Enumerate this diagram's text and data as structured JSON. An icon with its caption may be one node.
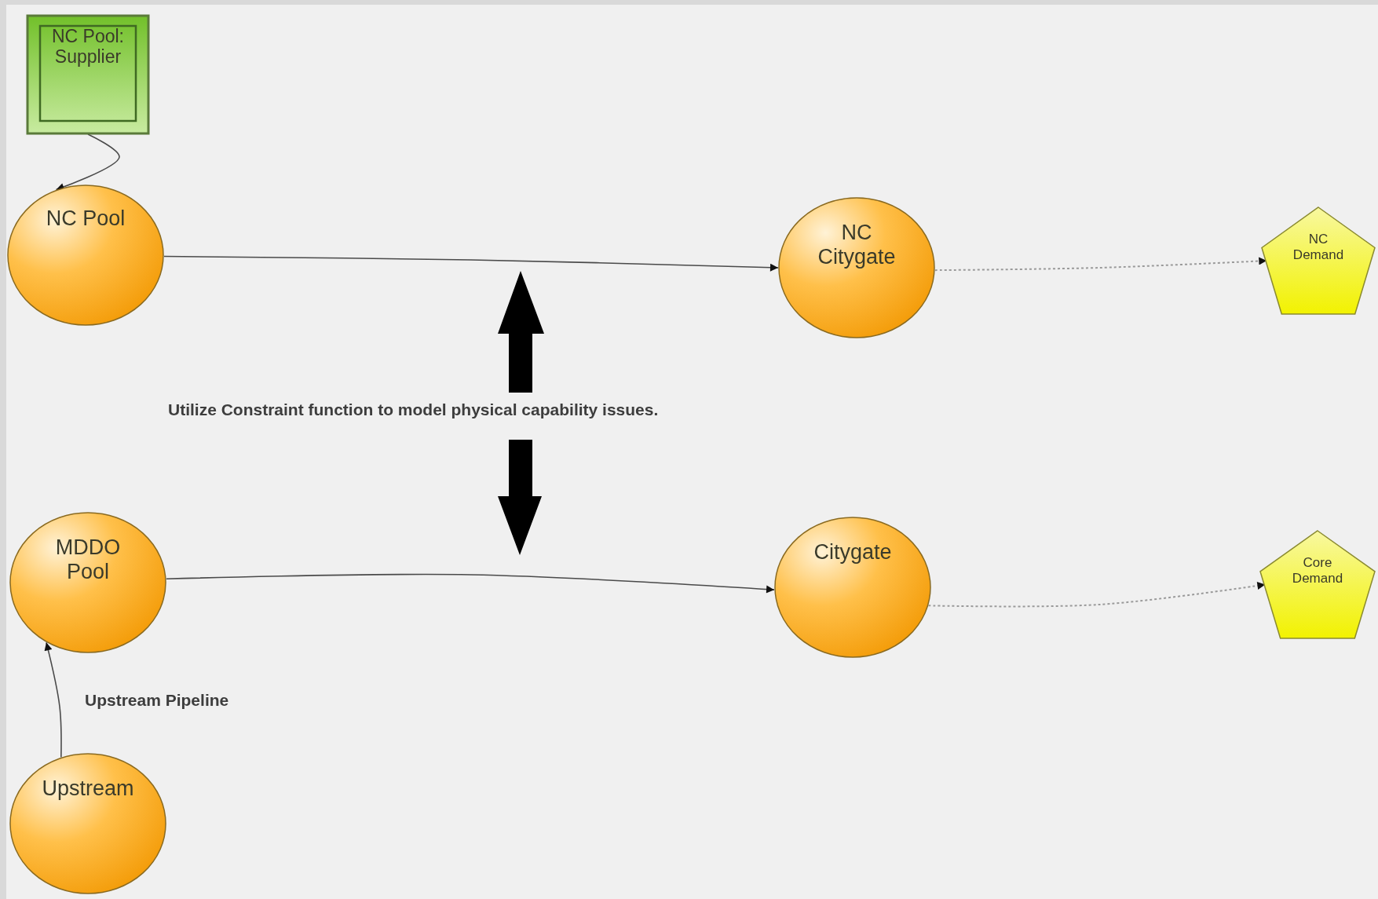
{
  "diagram": {
    "nodes": [
      {
        "text": [
          "NC Pool: Supplier"
        ]
      },
      {
        "text": [
          "NC Pool"
        ]
      },
      {
        "text": [
          "NC Citygate"
        ]
      },
      {
        "text": [
          "NC Demand"
        ]
      },
      {
        "text": [
          "MDDO Pool"
        ]
      },
      {
        "text": [
          "Citygate"
        ]
      },
      {
        "text": [
          "Core Demand"
        ]
      },
      {
        "text": [
          "Upstream"
        ]
      }
    ],
    "edges": [
      {
        "from": 0,
        "to": 1,
        "arrow": "to"
      },
      {
        "from": 1,
        "to": 2,
        "arrow": "to"
      },
      {
        "from": 2,
        "to": 3,
        "arrow": "to",
        "style": "dashed",
        "color": "#9a9a9a"
      },
      {
        "from": 4,
        "to": 5,
        "arrow": "to"
      },
      {
        "from": 5,
        "to": 6,
        "arrow": "to",
        "style": "dashed",
        "color": "#9a9a9a"
      },
      {
        "from": 7,
        "to": 4,
        "arrow": "to",
        "label": "Upstream Pipeline"
      }
    ],
    "labels": [
      "Utilize Constraint function to model physical capability issues."
    ]
  }
}
